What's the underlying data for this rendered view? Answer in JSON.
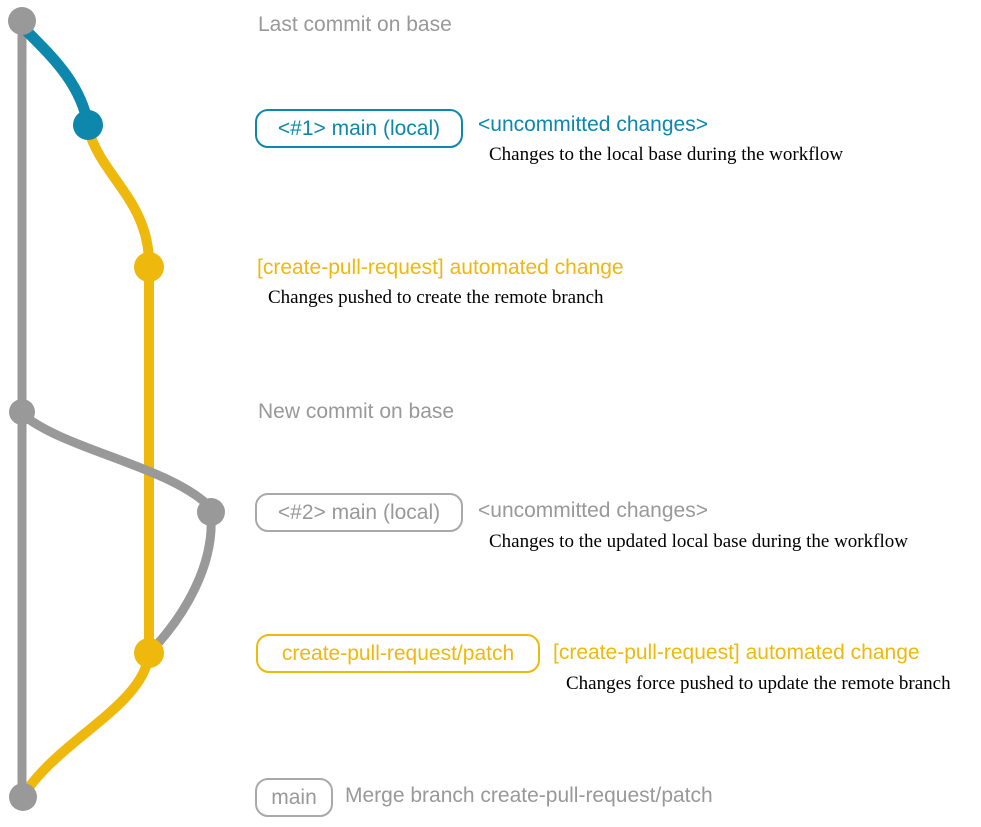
{
  "colors": {
    "gray": "#999999",
    "teal": "#0e87ad",
    "yellow": "#eeb90c",
    "badge_gray_border": "#a9a9a9",
    "description_text": "#000000"
  },
  "rows": {
    "last_commit": {
      "title": "Last commit on base"
    },
    "local1": {
      "badge": "<#1> main (local)",
      "message": "<uncommitted changes>",
      "description": "Changes to the local base during the workflow"
    },
    "automated1": {
      "message": "[create-pull-request] automated change",
      "description": "Changes pushed to create the remote branch"
    },
    "new_commit": {
      "title": "New commit on base"
    },
    "local2": {
      "badge": "<#2> main (local)",
      "message": "<uncommitted changes>",
      "description": "Changes to the updated local base during the workflow"
    },
    "automated2": {
      "badge": "create-pull-request/patch",
      "message": "[create-pull-request] automated change",
      "description": "Changes force pushed to update the remote branch"
    },
    "merge": {
      "badge": "main",
      "message": "Merge branch create-pull-request/patch"
    }
  }
}
